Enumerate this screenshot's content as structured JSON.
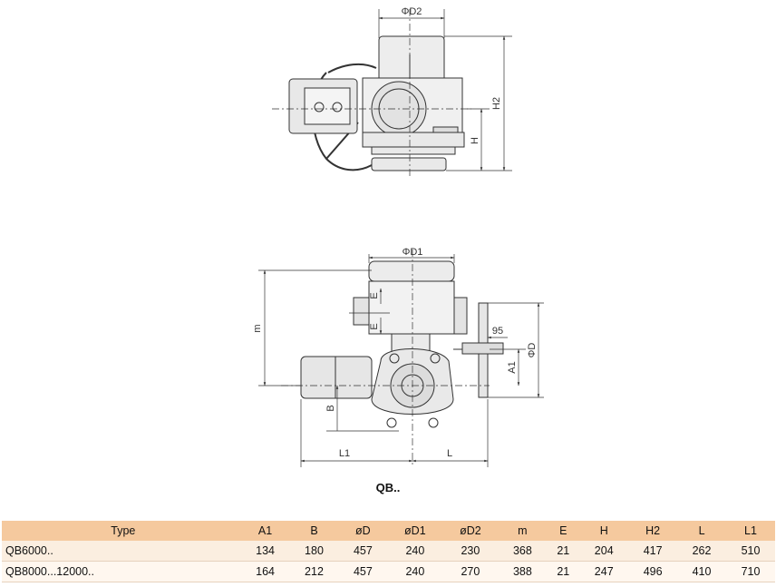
{
  "top_view": {
    "dims": {
      "d2": "ΦD2",
      "h2": "H2",
      "h": "H"
    }
  },
  "front_view": {
    "dims": {
      "d1": "ΦD1",
      "m": "m",
      "e_top": "E",
      "e_bottom": "E",
      "v95": "95",
      "a1": "A1",
      "d": "ΦD",
      "b": "B",
      "l1": "L1",
      "l": "L"
    }
  },
  "caption": "QB..",
  "table": {
    "headers": [
      "Type",
      "A1",
      "B",
      "øD",
      "øD1",
      "øD2",
      "m",
      "E",
      "H",
      "H2",
      "L",
      "L1"
    ],
    "rows": [
      [
        "QB6000..",
        "134",
        "180",
        "457",
        "240",
        "230",
        "368",
        "21",
        "204",
        "417",
        "262",
        "510"
      ],
      [
        "QB8000...12000..",
        "164",
        "212",
        "457",
        "240",
        "270",
        "388",
        "21",
        "247",
        "496",
        "410",
        "710"
      ]
    ]
  },
  "colors": {
    "header_bg": "#f5c99e",
    "row_bg_1": "#fbeee0",
    "row_bg_2": "#fff7ef",
    "line": "#333333"
  }
}
